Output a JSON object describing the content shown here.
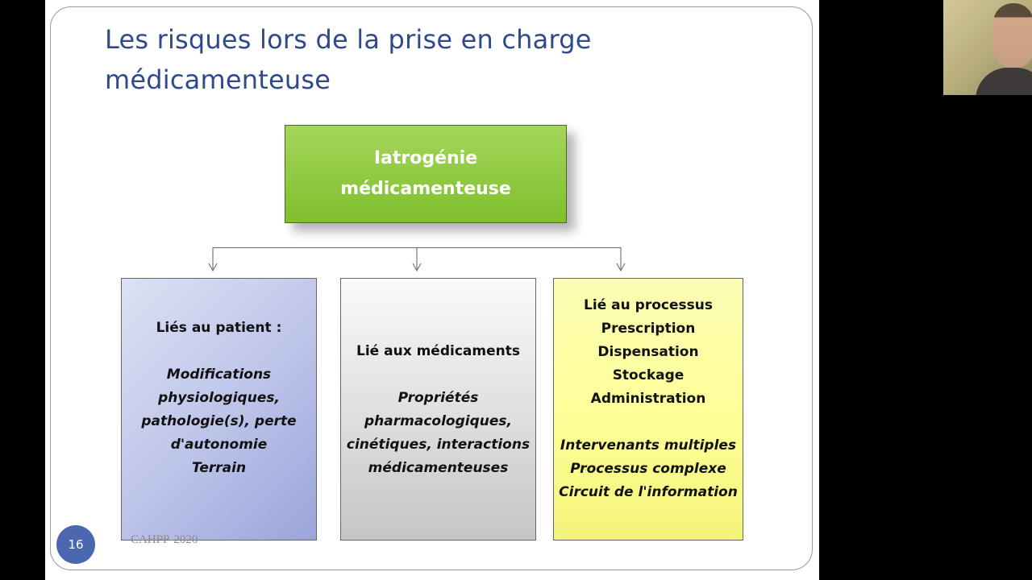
{
  "slide": {
    "title_line1": "Les risques lors de la prise en charge",
    "title_line2": "médicamenteuse",
    "top_box": {
      "line1": "Iatrogénie",
      "line2": "médicamenteuse"
    },
    "boxes": {
      "patient": {
        "heading": "Liés au patient :",
        "details": [
          "Modifications",
          "physiologiques,",
          "pathologie(s), perte",
          "d'autonomie",
          "Terrain"
        ]
      },
      "meds": {
        "heading": "Lié aux médicaments",
        "details": [
          "Propriétés",
          "pharmacologiques,",
          "cinétiques, interactions",
          "médicamenteuses"
        ]
      },
      "process": {
        "headings": [
          "Lié au processus",
          "Prescription",
          "Dispensation",
          "Stockage",
          "Administration"
        ],
        "details": [
          "Intervenants multiples",
          "Processus complexe",
          "Circuit de l'information"
        ]
      }
    },
    "page_number": "16",
    "footer": "CAHPP-2020"
  },
  "colors": {
    "title": "#2f4a8a",
    "top_box": "#8cc63f",
    "box_patient": "#b0b8e6",
    "box_meds": "#d0d0d0",
    "box_process": "#ffff9e",
    "page_circle": "#4a67b0"
  }
}
